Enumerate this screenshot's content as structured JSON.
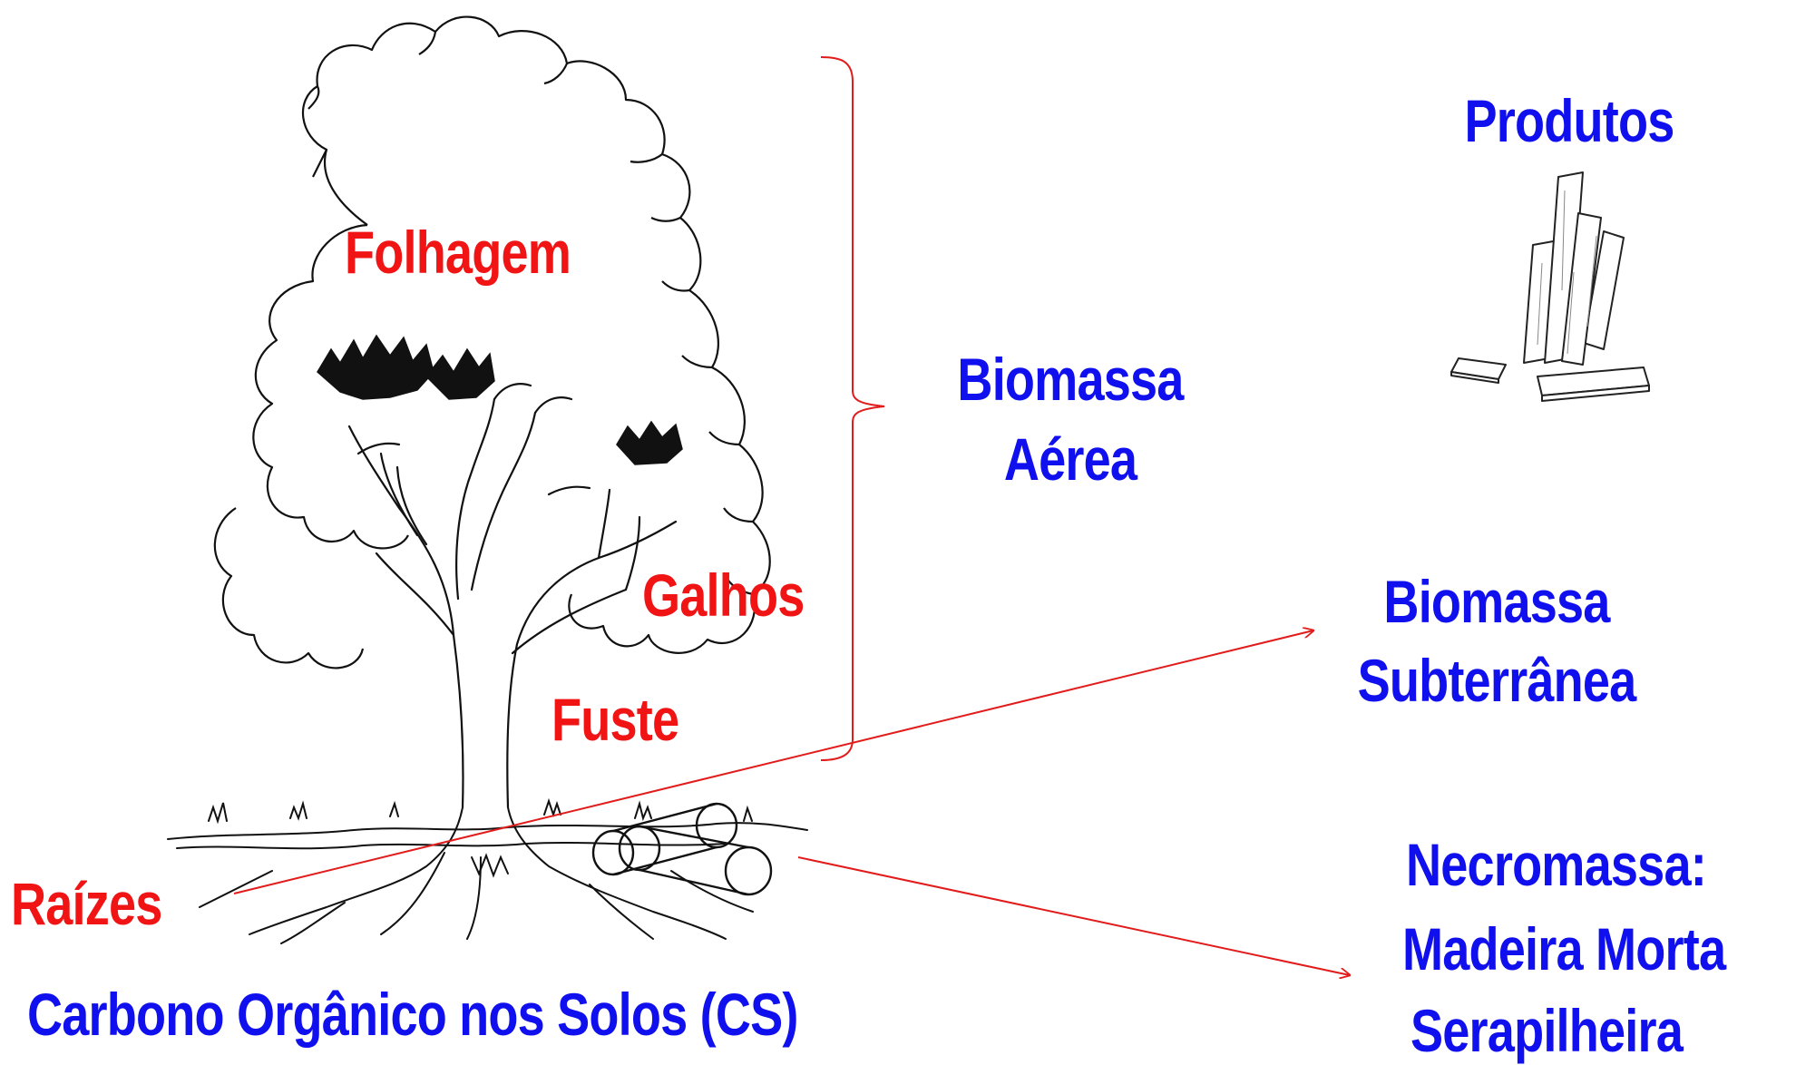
{
  "colors": {
    "part_label": "#f01414",
    "category_label": "#1010ee",
    "arrow": "#e21b1b",
    "drawing": "#111111"
  },
  "tree_parts": {
    "foliage": "Folhagem",
    "branches": "Galhos",
    "trunk": "Fuste",
    "roots": "Raízes"
  },
  "categories": {
    "aboveground_line1": "Biomassa",
    "aboveground_line2": "Aérea",
    "belowground_line1": "Biomassa",
    "belowground_line2": "Subterrânea",
    "necromass_line1": "Necromassa:",
    "necromass_line2": "Madeira  Morta",
    "necromass_line3": "Serapilheira",
    "products": "Produtos",
    "soil_carbon": "Carbono Orgânico nos Solos (CS)"
  }
}
